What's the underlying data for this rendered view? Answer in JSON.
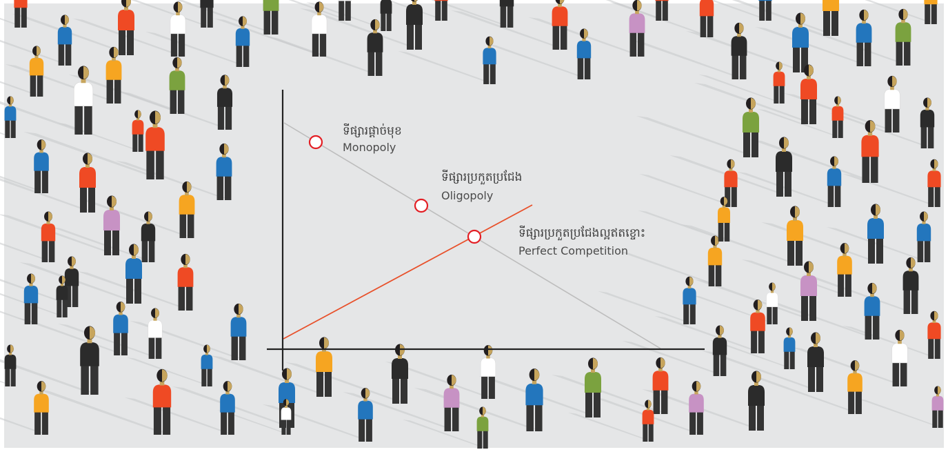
{
  "colors": {
    "background": "#e5e6e7",
    "border": "#ffffff",
    "axis": "#222222",
    "demand_line": "#bdbdbd",
    "supply_line": "#e8502a",
    "marker_stroke": "#e31e24",
    "marker_fill": "#ffffff",
    "shadow": "#c7c8ca",
    "skin": "#c7a55d",
    "head": "#231f20",
    "legs": "#343434",
    "shirts": {
      "blue": "#2376bd",
      "orange": "#ef4a24",
      "white": "#ffffff",
      "green": "#7ba23f",
      "yellow": "#f6a521",
      "black": "#2b2b2b",
      "purple": "#c792c4"
    }
  },
  "markets": [
    {
      "id": "monopoly",
      "name_km": "ទីផ្សារផ្តាច់មុខ",
      "name_en": "Monopoly"
    },
    {
      "id": "oligopoly",
      "name_km": "ទីផ្សារប្រកួតប្រជែង",
      "name_en": "Oligopoly"
    },
    {
      "id": "perfect",
      "name_km": "ទីផ្សារប្រកួតប្រជែងល្អឥតខ្ចោះ",
      "name_en": "Perfect Competition"
    }
  ],
  "crowd": [
    "blue",
    "orange",
    "white",
    "blue",
    "green",
    "white",
    "black",
    "black",
    "orange",
    "blue",
    "purple",
    "blue",
    "orange",
    "black",
    "blue",
    "yellow",
    "blue",
    "green",
    "yellow",
    "green",
    "black",
    "white",
    "orange",
    "blue",
    "orange",
    "yellow",
    "purple",
    "black",
    "blue",
    "orange",
    "blue",
    "black",
    "blue",
    "orange",
    "white",
    "green",
    "orange",
    "black",
    "yellow",
    "blue",
    "yellow",
    "purple",
    "black",
    "blue",
    "orange",
    "black",
    "black",
    "white",
    "black",
    "orange",
    "blue",
    "yellow",
    "black",
    "purple",
    "white",
    "blue",
    "green",
    "orange",
    "yellow",
    "blue",
    "black",
    "blue",
    "black",
    "black",
    "orange",
    "white",
    "orange",
    "blue",
    "orange",
    "yellow",
    "blue",
    "orange",
    "yellow",
    "purple",
    "blue",
    "blue",
    "yellow",
    "orange",
    "black",
    "white",
    "blue",
    "yellow",
    "orange",
    "blue",
    "blue",
    "black",
    "purple",
    "orange",
    "green",
    "black",
    "white",
    "orange",
    "yellow",
    "orange",
    "blue",
    "orange",
    "black",
    "white",
    "blue",
    "orange"
  ]
}
